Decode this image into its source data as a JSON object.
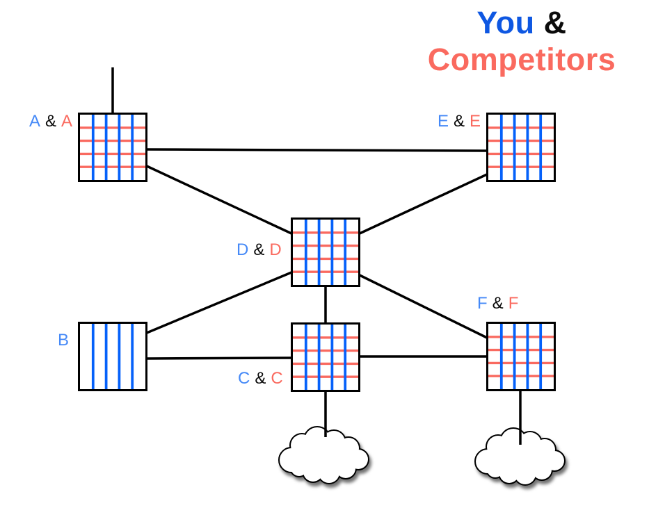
{
  "title": {
    "you": "You",
    "amp": "&",
    "competitors": "Competitors"
  },
  "colors": {
    "title_blue": "#0E57E2",
    "coral": "#FA6A5F",
    "label_blue": "#4589F7",
    "grid_blue": "#0561FA",
    "grid_red": "#F96A60",
    "ink": "#000000"
  },
  "nodes": {
    "a": {
      "id": "A",
      "you": "A",
      "amp": "&",
      "comp": "A",
      "pattern": "blue-vertical-and-red-horizontal"
    },
    "b": {
      "id": "B",
      "you": "B",
      "pattern": "blue-vertical-only"
    },
    "c": {
      "id": "C",
      "you": "C",
      "amp": "&",
      "comp": "C",
      "pattern": "blue-vertical-and-red-horizontal"
    },
    "d": {
      "id": "D",
      "you": "D",
      "amp": "&",
      "comp": "D",
      "pattern": "blue-vertical-and-red-horizontal"
    },
    "e": {
      "id": "E",
      "you": "E",
      "amp": "&",
      "comp": "E",
      "pattern": "blue-vertical-and-red-horizontal"
    },
    "f": {
      "id": "F",
      "you": "F",
      "amp": "&",
      "comp": "F",
      "pattern": "blue-vertical-and-red-horizontal"
    }
  },
  "edges": [
    {
      "from": "A",
      "to": "off-canvas-top"
    },
    {
      "from": "A",
      "to": "E"
    },
    {
      "from": "A",
      "to": "D"
    },
    {
      "from": "D",
      "to": "E"
    },
    {
      "from": "B",
      "to": "D"
    },
    {
      "from": "D",
      "to": "C"
    },
    {
      "from": "D",
      "to": "F"
    },
    {
      "from": "B",
      "to": "C"
    },
    {
      "from": "C",
      "to": "F"
    },
    {
      "from": "C",
      "to": "cloud-left"
    },
    {
      "from": "F",
      "to": "cloud-right"
    }
  ],
  "clouds": [
    "cloud-left",
    "cloud-right"
  ]
}
